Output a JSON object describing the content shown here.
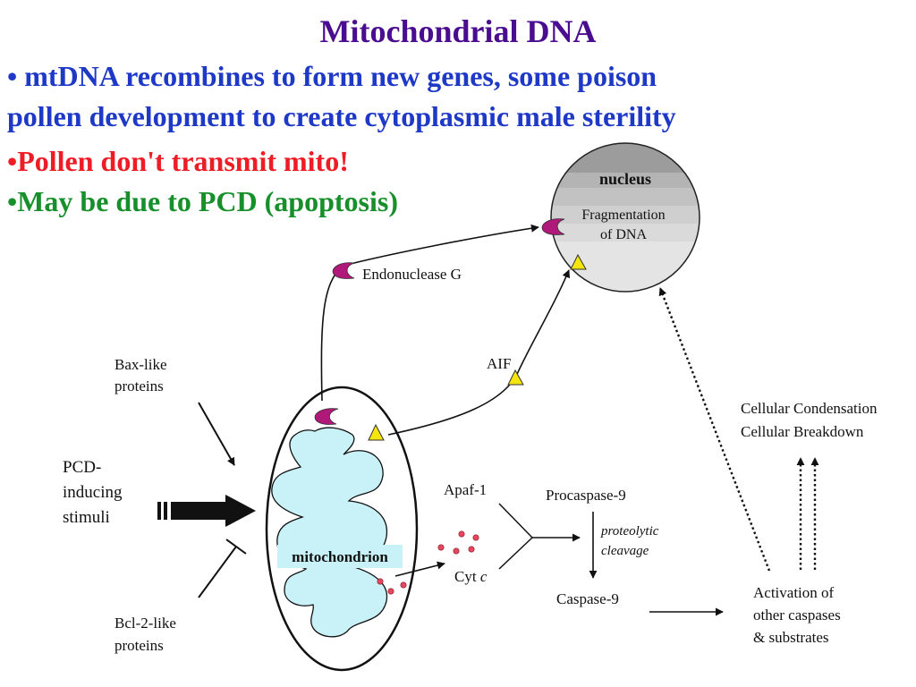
{
  "slide": {
    "title": "Mitochondrial DNA",
    "bullets": [
      {
        "line1": "• mtDNA recombines to form new genes, some poison",
        "line2": "pollen development to create cytoplasmic male sterility",
        "color": "#1f39c7"
      },
      {
        "text": "•Pollen don't transmit mito!",
        "color": "#ee1c25"
      },
      {
        "text": "•May be due to PCD (apoptosis)",
        "color": "#178f2a"
      }
    ]
  },
  "diagram": {
    "nucleus": {
      "title": "nucleus",
      "body_line1": "Fragmentation",
      "body_line2": "of DNA"
    },
    "endonuclease_g": "Endonuclease G",
    "aif": "AIF",
    "bax_line1": "Bax-like",
    "bax_line2": "proteins",
    "pcd_line1": "PCD-",
    "pcd_line2": "inducing",
    "pcd_line3": "stimuli",
    "bcl2_line1": "Bcl-2-like",
    "bcl2_line2": "proteins",
    "mitochondrion": "mitochondrion",
    "apaf1": "Apaf-1",
    "cyt": "Cyt",
    "cyt_c": "c",
    "procaspase9": "Procaspase-9",
    "proteolytic_line1": "proteolytic",
    "proteolytic_line2": "cleavage",
    "caspase9": "Caspase-9",
    "activation_line1": "Activation of",
    "activation_line2": "other caspases",
    "activation_line3": "& substrates",
    "cellular_condensation": "Cellular Condensation",
    "cellular_breakdown": "Cellular Breakdown"
  },
  "colors": {
    "endonuclease_marker": "#b0187a",
    "aif_marker": "#f4e60c",
    "mito_fill": "#c9f2f8",
    "cyt_dot": "#e5475f"
  }
}
